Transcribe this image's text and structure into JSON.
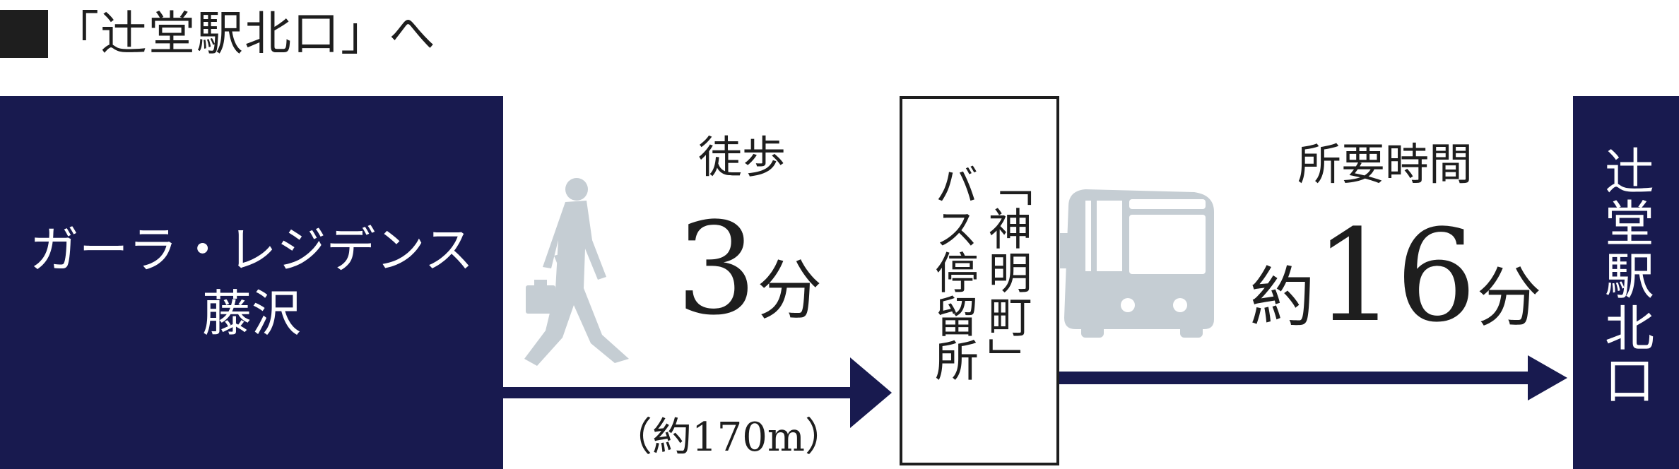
{
  "heading": "「辻堂駅北口」へ",
  "origin": {
    "line1": "ガーラ・レジデンス",
    "line2": "藤沢"
  },
  "walk": {
    "label": "徒歩",
    "minutes": "3",
    "unit": "分",
    "distance": "（約170m）"
  },
  "bus_stop": {
    "line1": "「神明町」",
    "line2": "バス停留所"
  },
  "bus": {
    "label": "所要時間",
    "prefix": "約",
    "minutes": "16",
    "unit": "分"
  },
  "destination": "辻堂駅北口",
  "colors": {
    "navy": "#181a4f",
    "silhouette": "#c5cdd3",
    "text": "#1e1e1e"
  }
}
